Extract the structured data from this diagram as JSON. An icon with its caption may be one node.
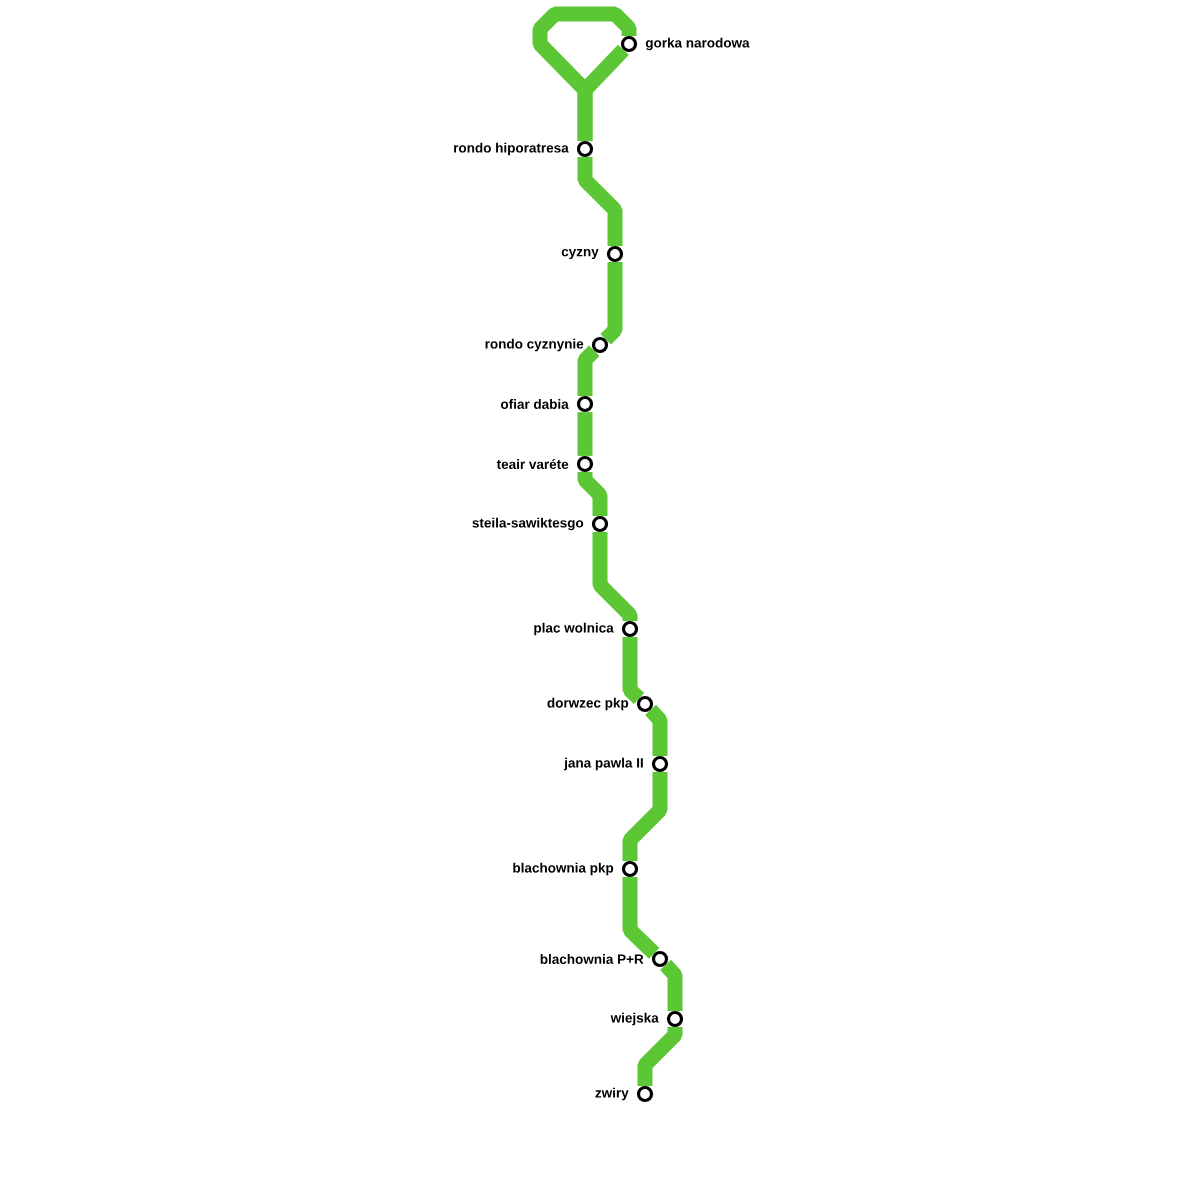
{
  "diagram": {
    "nodes": [
      {
        "text": [
          "gorka narodowa"
        ]
      },
      {
        "text": [
          "rondo hiporatresa"
        ]
      },
      {
        "text": [
          "cyzny"
        ]
      },
      {
        "text": [
          "rondo cyznynie"
        ]
      },
      {
        "text": [
          "ofiar dabia"
        ]
      },
      {
        "text": [
          "teair varéte"
        ]
      },
      {
        "text": [
          "steila-sawiktesgo"
        ]
      },
      {
        "text": [
          "plac wolnica"
        ]
      },
      {
        "text": [
          "dorwzec pkp"
        ]
      },
      {
        "text": [
          "jana pawla II"
        ]
      },
      {
        "text": [
          "blachownia pkp"
        ]
      },
      {
        "text": [
          "blachownia P+R"
        ]
      },
      {
        "text": [
          "wiejska"
        ]
      },
      {
        "text": [
          "zwiry"
        ]
      }
    ],
    "edges": [
      {
        "from": 0,
        "to": 1,
        "arrow": "none"
      },
      {
        "from": 0,
        "to": 1,
        "arrow": "none"
      },
      {
        "from": 1,
        "to": 2,
        "arrow": "none"
      },
      {
        "from": 2,
        "to": 3,
        "arrow": "none"
      },
      {
        "from": 3,
        "to": 4,
        "arrow": "none"
      },
      {
        "from": 4,
        "to": 5,
        "arrow": "none"
      },
      {
        "from": 5,
        "to": 6,
        "arrow": "none"
      },
      {
        "from": 6,
        "to": 7,
        "arrow": "none"
      },
      {
        "from": 7,
        "to": 8,
        "arrow": "none"
      },
      {
        "from": 8,
        "to": 9,
        "arrow": "none"
      },
      {
        "from": 9,
        "to": 10,
        "arrow": "none"
      },
      {
        "from": 10,
        "to": 11,
        "arrow": "none"
      },
      {
        "from": 11,
        "to": 12,
        "arrow": "none"
      },
      {
        "from": 12,
        "to": 13,
        "arrow": "none"
      }
    ]
  }
}
